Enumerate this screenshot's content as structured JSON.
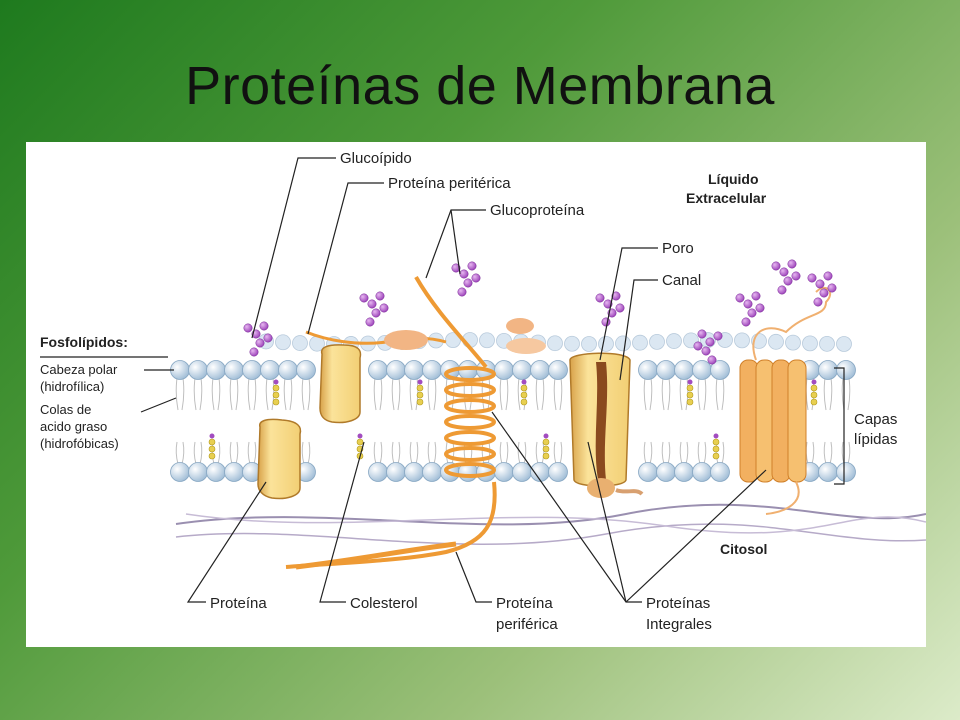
{
  "slide": {
    "title": "Proteínas de Membrana"
  },
  "labels": {
    "glucolipido": "Glucoípido",
    "proteina_periterica": "Proteína peritérica",
    "glucoproteina": "Glucoproteína",
    "liquido_line1": "Líquido",
    "liquido_line2": "Extracelular",
    "poro": "Poro",
    "canal": "Canal",
    "fosfolipidos": "Fosfolípidos:",
    "cabeza_line1": "Cabeza polar",
    "cabeza_line2": "(hidrofílica)",
    "colas_line1": "Colas de",
    "colas_line2": "acido graso",
    "colas_line3": "(hidrofóbicas)",
    "capas_line1": "Capas",
    "capas_line2": "lípidas",
    "citosol": "Citosol",
    "proteina": "Proteína",
    "colesterol": "Colesterol",
    "periferica_line1": "Proteína",
    "periferica_line2": "periférica",
    "integrales_line1": "Proteínas",
    "integrales_line2": "Integrales"
  },
  "colors": {
    "head": "#cfe0f0",
    "protein": "#f6d98a",
    "orange": "#f0a040",
    "purple": "#a24cc0",
    "cholesterol": "#e8cf50"
  }
}
